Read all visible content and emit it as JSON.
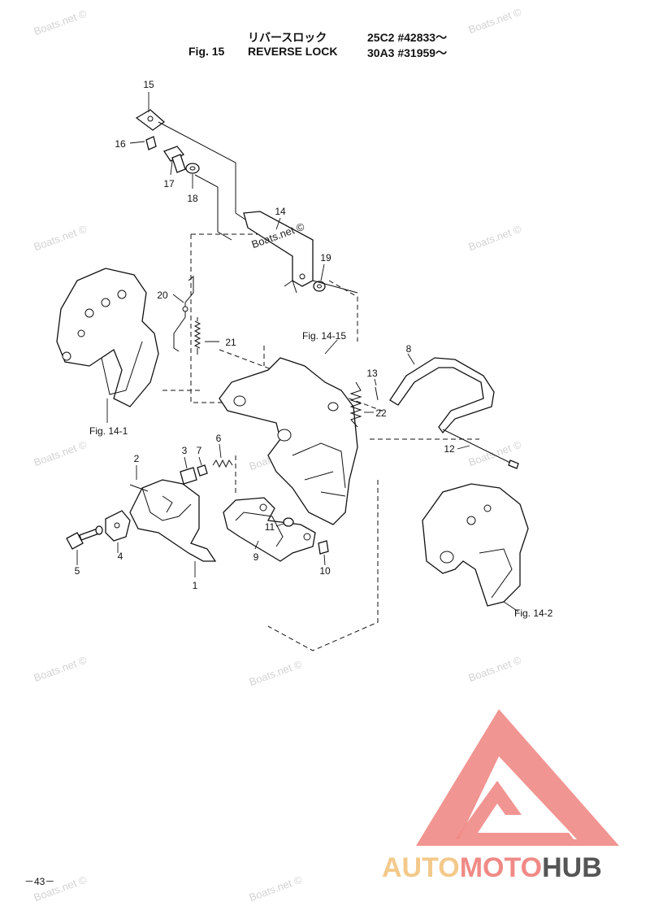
{
  "header": {
    "fig_label": "Fig. 15",
    "title_jp": "リバースロック",
    "title_en": "REVERSE LOCK",
    "model_1": "25C2 #42833～",
    "model_2": "30A3 #31959～"
  },
  "callouts": [
    "1",
    "2",
    "3",
    "4",
    "5",
    "6",
    "7",
    "8",
    "9",
    "10",
    "11",
    "12",
    "13",
    "14",
    "15",
    "16",
    "17",
    "18",
    "19",
    "20",
    "21",
    "22"
  ],
  "figure_refs": [
    "Fig. 14-15",
    "Fig. 14-1",
    "Fig. 14-2"
  ],
  "watermark": "Boats.net ©",
  "page_number": "－43－",
  "brand": {
    "part1": "AUTO",
    "part2": "MOTO",
    "part3": "HUB"
  },
  "colors": {
    "logo_red": "#f08a86",
    "logo_yellow": "#f3c98a",
    "logo_dark": "#555555",
    "watermark": "#d2d2d2"
  }
}
